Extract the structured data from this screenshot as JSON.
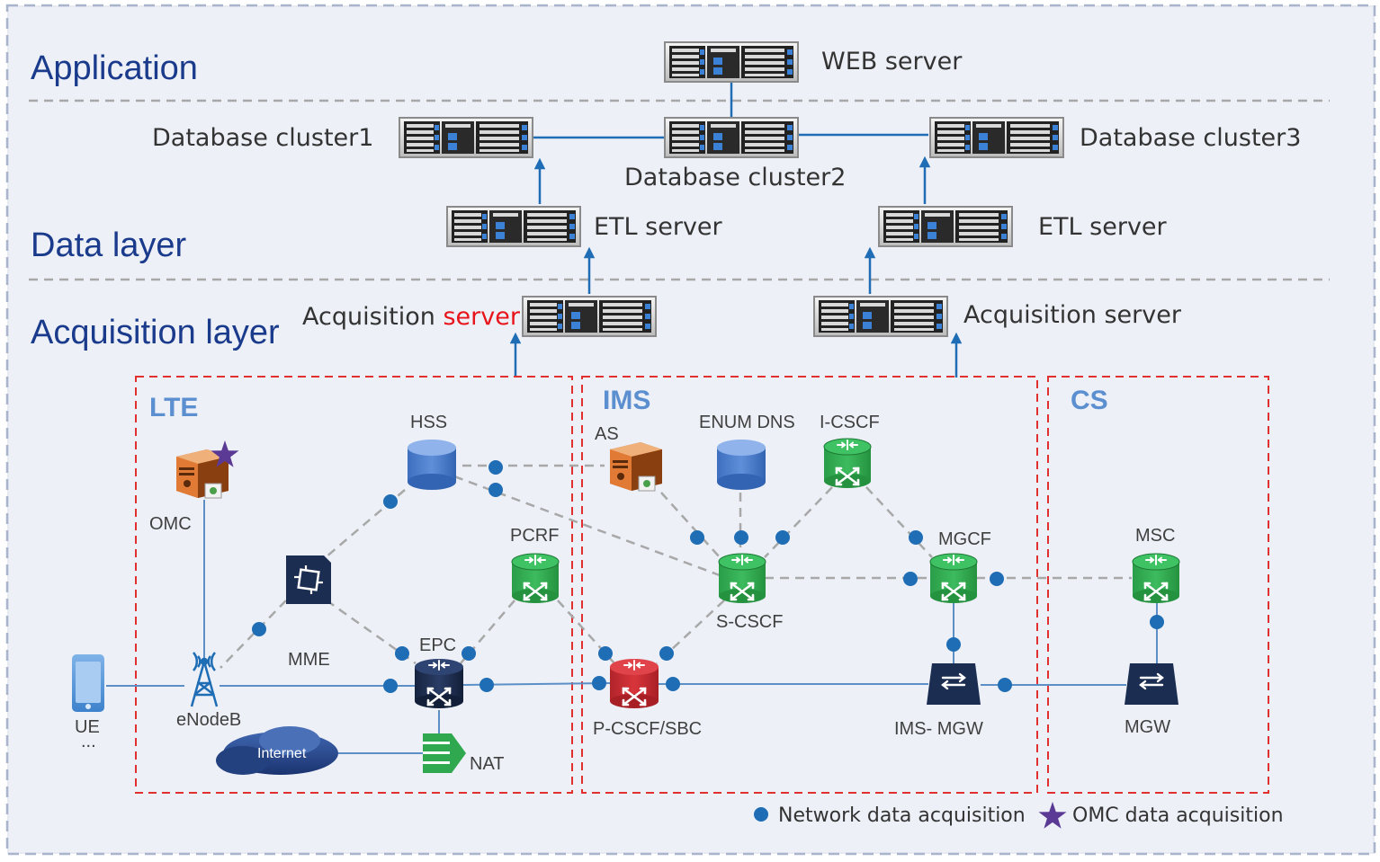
{
  "layers": {
    "application": "Application",
    "data": "Data layer",
    "acquisition": "Acquisition layer"
  },
  "servers": {
    "web": "WEB server",
    "db1": "Database cluster1",
    "db2": "Database cluster2",
    "db3": "Database cluster3",
    "etl_left": "ETL server",
    "etl_right": "ETL server",
    "acq_left_prefix": "Acquisition ",
    "acq_left_highlight": "server",
    "acq_right": "Acquisition server"
  },
  "domains": {
    "lte": "LTE",
    "ims": "IMS",
    "cs": "CS"
  },
  "nodes": {
    "hss": "HSS",
    "omc": "OMC",
    "mme": "MME",
    "epc": "EPC",
    "pcrf": "PCRF",
    "nat": "NAT",
    "internet": "Internet",
    "ue": "UE",
    "ue_sub": "...",
    "enodeb": "eNodeB",
    "as": "AS",
    "enum_dns": "ENUM DNS",
    "icscf": "I-CSCF",
    "scscf": "S-CSCF",
    "pcscf": "P-CSCF/SBC",
    "mgcf": "MGCF",
    "ims_mgw": "IMS- MGW",
    "msc": "MSC",
    "mgw": "MGW"
  },
  "legend": {
    "network": "Network data acquisition",
    "omc": "OMC data acquisition"
  },
  "colors": {
    "layer_title": "#1a3a8c",
    "domain_label": "#5b8fd0",
    "domain_border": "#e03030",
    "acquisition_dot": "#1f6db5",
    "router_green": "#2fa84f",
    "router_red": "#c0282d",
    "router_navy": "#1c2d52",
    "omc_star": "#5b3a95",
    "highlight_text": "#e8141b"
  }
}
